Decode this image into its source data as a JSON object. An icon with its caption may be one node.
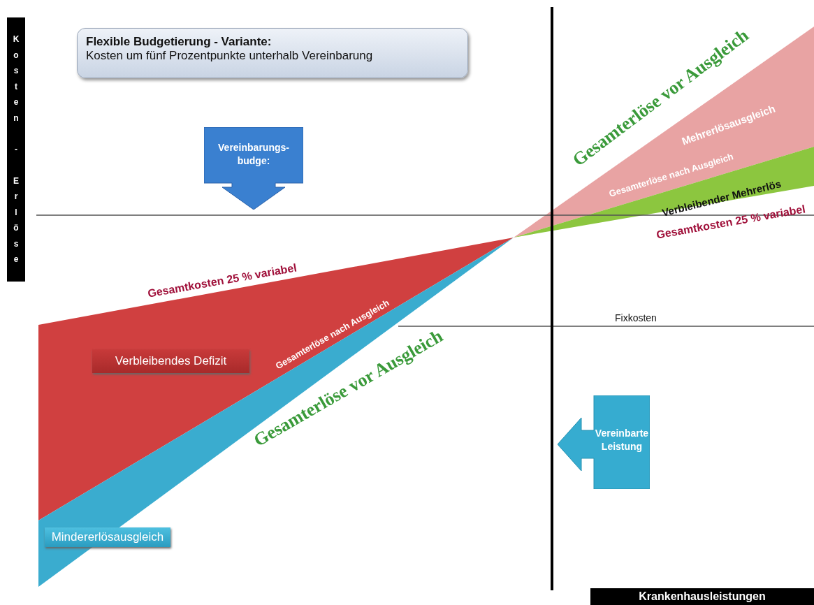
{
  "diagram": {
    "nodes": [
      {
        "text": [
          "Kosten - Erlöse"
        ]
      },
      {
        "text": [
          "Flexible Budgetierung - Variante:",
          "Kosten um fünf Prozentpunkte unterhalb Vereinbarung"
        ]
      },
      {
        "text": [
          "Vereinbarungs- budge:"
        ]
      },
      {
        "text": [
          "Verbleibendes Defizit"
        ]
      },
      {
        "text": [
          "Mindererlösausgleich"
        ]
      },
      {
        "text": [
          "Vereinbarte Leistung"
        ]
      },
      {
        "text": [
          "Krankenhausleistungen"
        ]
      }
    ],
    "labels": [
      "Gesamterlöse vor Ausgleich",
      "Mehrerlösausgleich",
      "Gesamterlöse nach Ausgleich",
      "Verbleibender Mehrerlös",
      "Gesamtkosten 25 % variabel",
      "Gesamtkosten 25 % variabel",
      "Gesamterlöse nach Ausgleich",
      "Fixkosten",
      "Gesamterlöse vor Ausgleich"
    ]
  }
}
